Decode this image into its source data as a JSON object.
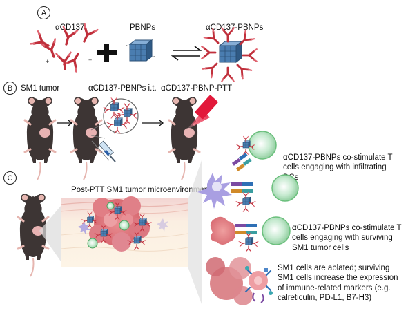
{
  "panels": {
    "a": {
      "letter": "A",
      "label_antibody": "αCD137",
      "label_nanoparticle": "PBNPs",
      "label_conjugate": "αCD137-PBNPs"
    },
    "b": {
      "letter": "B",
      "label_tumor": "SM1 tumor",
      "label_injection": "αCD137-PBNPs i.t.",
      "label_ptt": "αCD137-PBNP-PTT"
    },
    "c": {
      "letter": "C",
      "microenv_title": "Post-PTT SM1 tumor microenvironment",
      "note_dc": "αCD137-PBNPs co-stimulate T cells engaging with infiltrating DCs",
      "note_tumor": "αCD137-PBNPs co-stimulate T cells engaging with surviving SM1 tumor cells",
      "note_ablated": "SM1 cells are ablated; surviving SM1 cells increase the expression of immune-related markers (e.g. calreticulin, PD-L1, B7-H3)"
    }
  },
  "colors": {
    "antibody": "#c0303c",
    "nanoparticle": "#3f6f9a",
    "mouse": "#3a3433",
    "tumor": "#e8a7a7",
    "t_cell": "#8fcf9a",
    "dendritic_cell": "#9a8fd6",
    "laser": "#e2183a"
  }
}
